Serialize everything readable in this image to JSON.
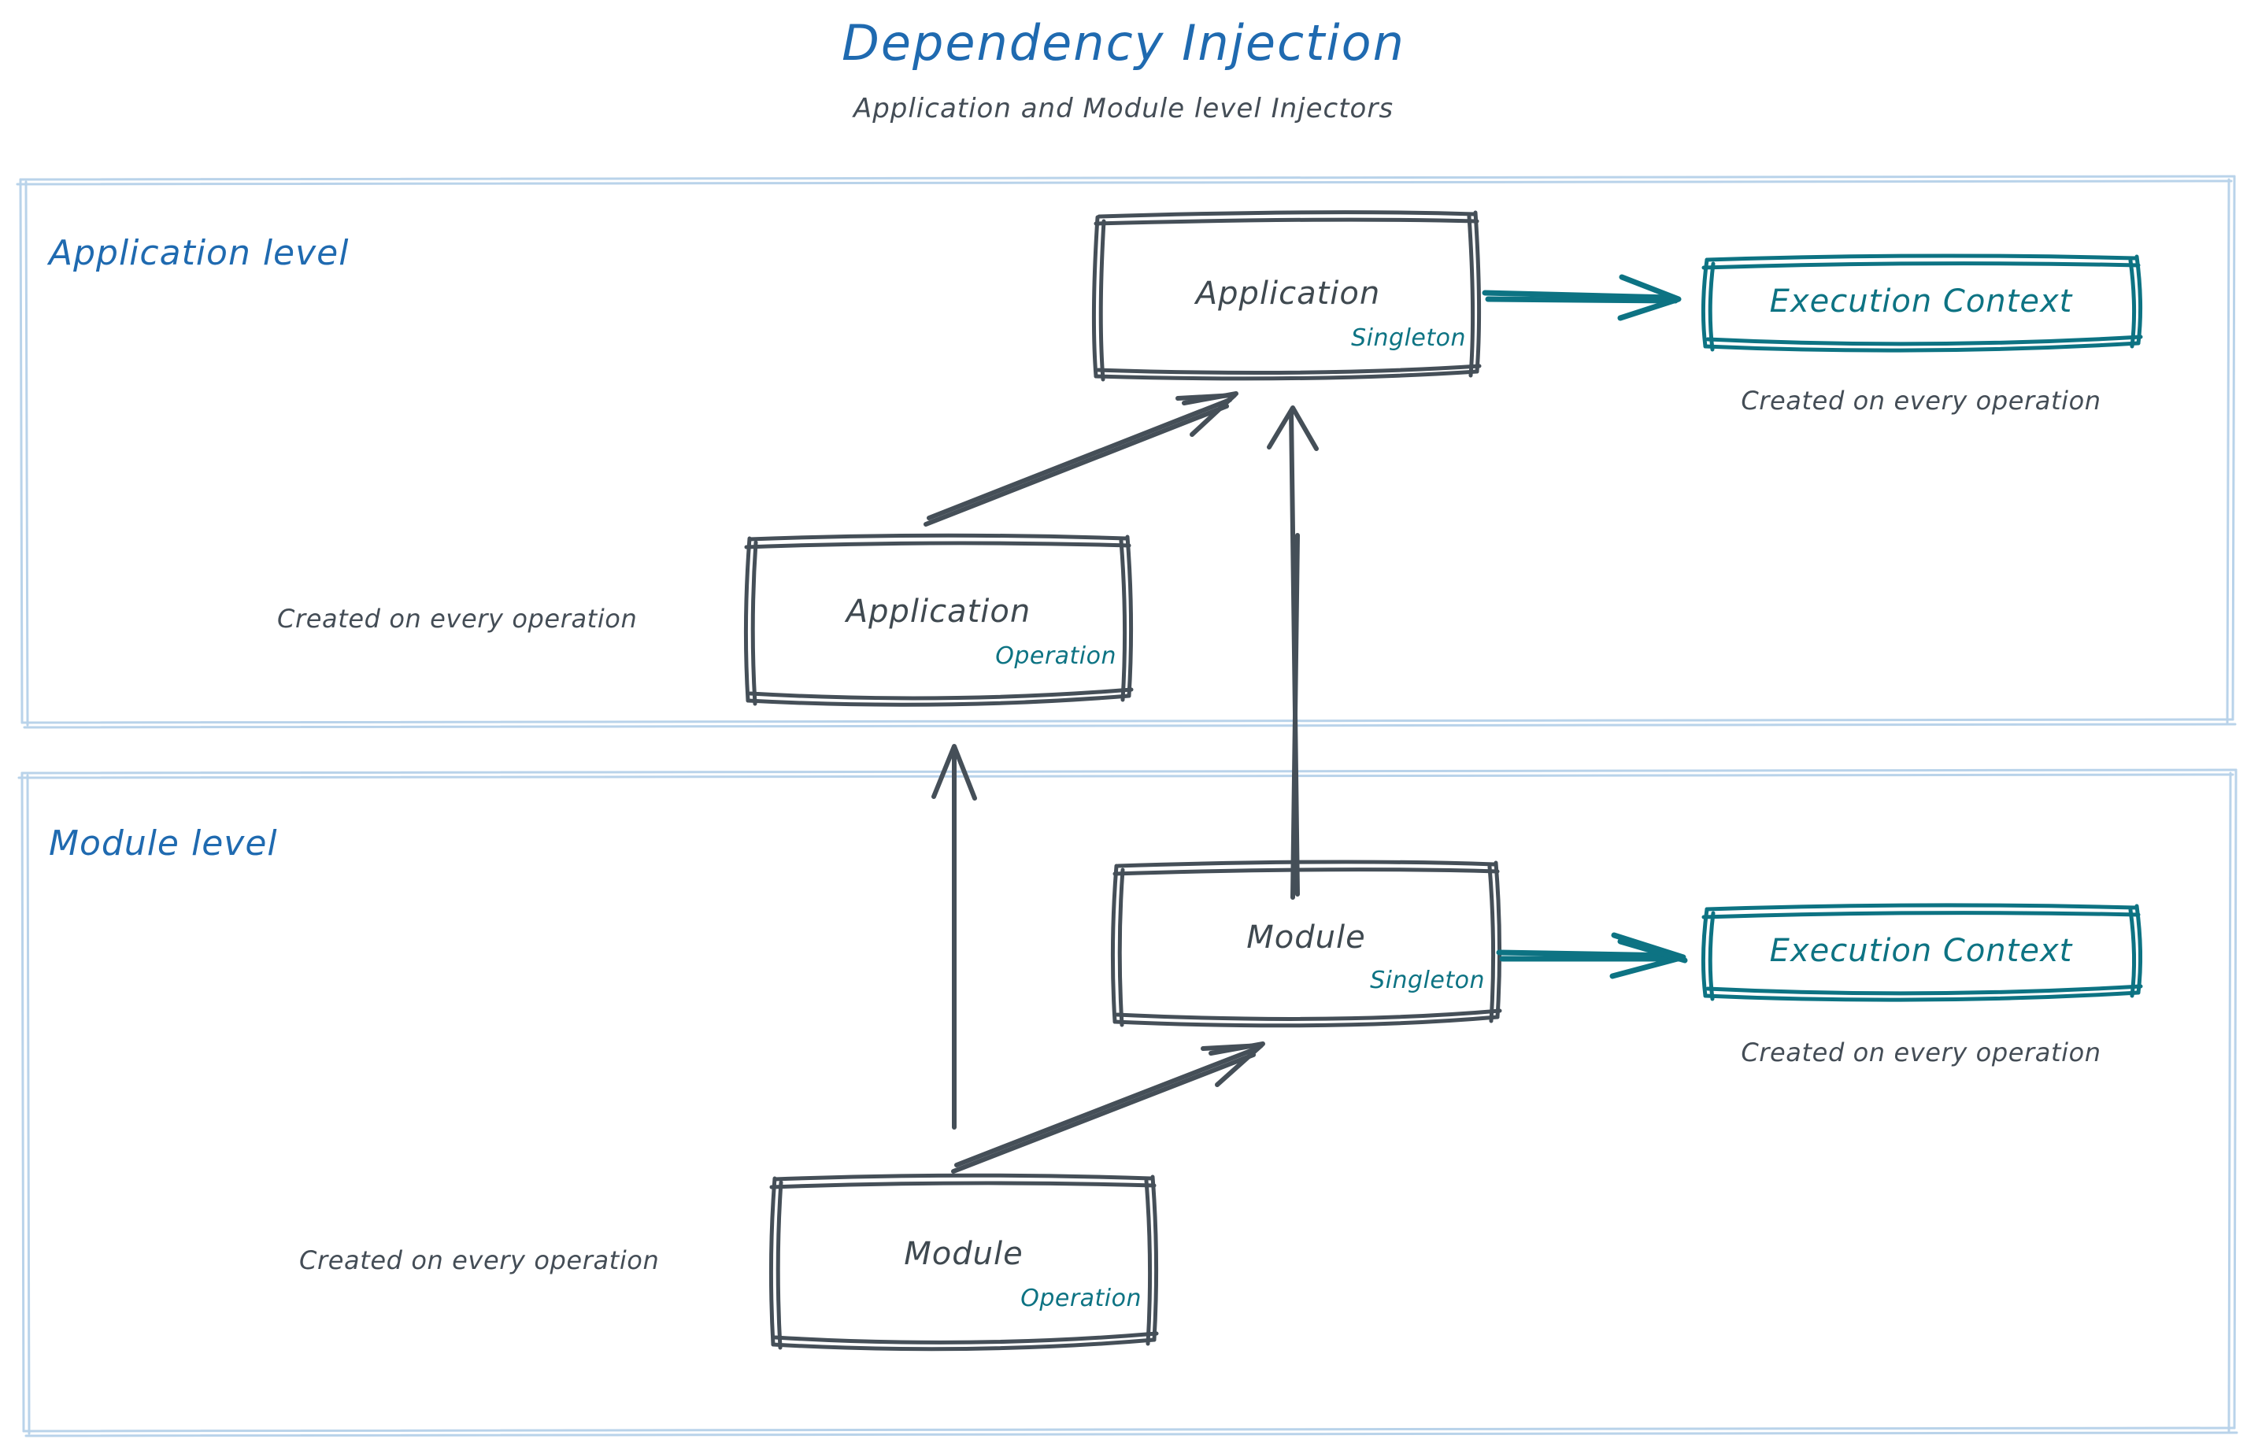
{
  "header": {
    "title": "Dependency Injection",
    "subtitle": "Application and Module level Injectors"
  },
  "colors": {
    "title_blue": "#1f6ab0",
    "panel_border_blue": "#b9d3ea",
    "node_stroke_gray": "#454f58",
    "text_gray": "#444d56",
    "teal": "#0d7383",
    "background": "#ffffff"
  },
  "panels": [
    {
      "id": "application-level",
      "label": "Application level",
      "nodes": [
        {
          "id": "application-singleton",
          "title": "Application",
          "scope": "Singleton",
          "scope_color": "#0d7383"
        },
        {
          "id": "application-operation",
          "title": "Application",
          "scope": "Operation",
          "scope_color": "#0d7383"
        }
      ],
      "execution_context": {
        "label": "Execution Context",
        "caption": "Created on every operation"
      },
      "captions": [
        "Created on every operation"
      ]
    },
    {
      "id": "module-level",
      "label": "Module level",
      "nodes": [
        {
          "id": "module-singleton",
          "title": "Module",
          "scope": "Singleton",
          "scope_color": "#0d7383"
        },
        {
          "id": "module-operation",
          "title": "Module",
          "scope": "Operation",
          "scope_color": "#0d7383"
        }
      ],
      "execution_context": {
        "label": "Execution Context",
        "caption": "Created on every operation"
      },
      "captions": [
        "Created on every operation"
      ]
    }
  ],
  "edges": [
    {
      "id": "app-singleton-to-exec-context",
      "from": "application-singleton",
      "to": "application-execution-context",
      "style": "teal-arrow",
      "direction": "right"
    },
    {
      "id": "app-operation-to-app-singleton",
      "from": "application-operation",
      "to": "application-singleton",
      "style": "gray-arrow",
      "direction": "diagonal-up-right"
    },
    {
      "id": "module-singleton-to-app-singleton",
      "from": "module-singleton",
      "to": "application-singleton",
      "style": "gray-arrow",
      "direction": "up"
    },
    {
      "id": "module-operation-to-app-operation",
      "from": "module-operation",
      "to": "application-operation",
      "style": "gray-arrow",
      "direction": "up"
    },
    {
      "id": "module-operation-to-module-singleton",
      "from": "module-operation",
      "to": "module-singleton",
      "style": "gray-arrow",
      "direction": "diagonal-up-right"
    },
    {
      "id": "module-singleton-to-exec-context",
      "from": "module-singleton",
      "to": "module-execution-context",
      "style": "teal-arrow",
      "direction": "right"
    }
  ]
}
